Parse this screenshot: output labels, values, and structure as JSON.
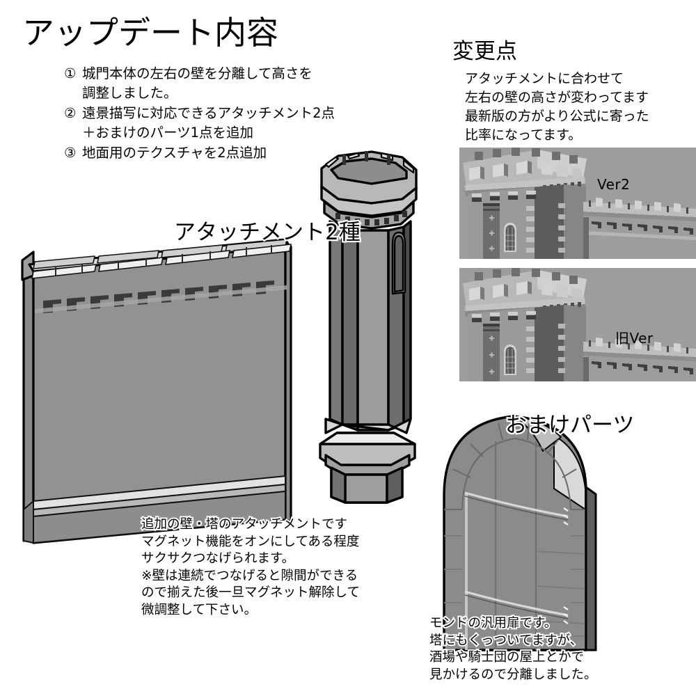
{
  "page": {
    "title": "アップデート内容",
    "background_color": "#ffffff",
    "text_color": "#000000"
  },
  "update_list": [
    {
      "num": "①",
      "line1": "城門本体の左右の壁を分離して高さを",
      "line2": "調整しました。"
    },
    {
      "num": "②",
      "line1": "遠景描写に対応できるアタッチメント2点",
      "line2": "＋おまけのパーツ1点を追加"
    },
    {
      "num": "③",
      "line1": "地面用のテクスチャを2点追加",
      "line2": ""
    }
  ],
  "changes": {
    "heading": "変更点",
    "body_lines": [
      "アタッチメントに合わせて",
      "左右の壁の高さが変わってます",
      "最新版の方がより公式に寄った",
      "比率になってます。"
    ],
    "version_new_label": "Ver2",
    "version_old_label": "旧Ver"
  },
  "sections": {
    "attachments_heading": "アタッチメント2種",
    "bonus_heading": "おまけパーツ"
  },
  "wall_caption": [
    "追加の壁・塔のアタッチメントです",
    "マグネット機能をオンにしてある程度",
    "サクサクつなげられます。",
    "※壁は連続でつなげると隙間ができる",
    "ので揃えた後一旦マグネット解除して",
    "微調整して下さい。"
  ],
  "door_caption": [
    "モンドの汎用扉です。",
    "塔にもくっついてますが、",
    "酒場や騎士団の屋上とかで",
    "見かけるので分離しました。"
  ],
  "artwork": {
    "wall_panel": {
      "name": "wall-attachment-render"
    },
    "tower": {
      "name": "tower-attachment-render"
    },
    "door": {
      "name": "bonus-door-render"
    },
    "castle_ver2": {
      "name": "castle-ver2-render"
    },
    "castle_old": {
      "name": "castle-old-ver-render"
    }
  },
  "colors": {
    "outline": "#000000",
    "stone_mid": "#8f8f8f",
    "stone_light": "#c9c9c9",
    "stone_highlight": "#eeeeee",
    "stone_dark": "#5b5b5b",
    "stone_darker": "#444444",
    "castle_bg": "#9a9a9a",
    "text_outline": "#ffffff"
  }
}
